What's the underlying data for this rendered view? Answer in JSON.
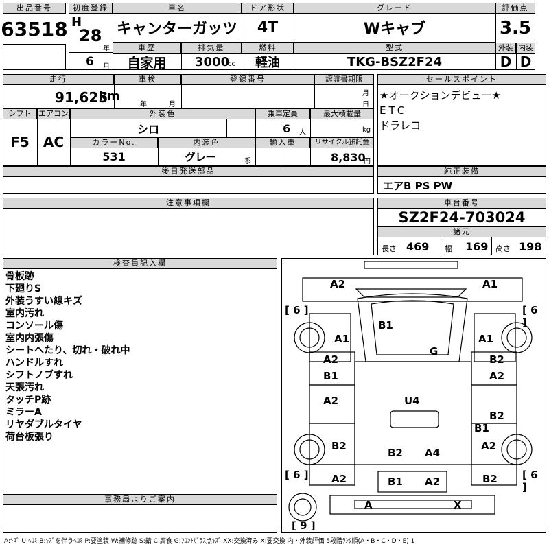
{
  "header": {
    "lot_no_label": "出品番号",
    "lot_no": "63518",
    "first_reg_label": "初度登録",
    "era": "H",
    "year": "28",
    "year_unit": "年",
    "month": "6",
    "month_unit": "月",
    "car_name_label": "車名",
    "car_name": "キャンターガッツ",
    "history_label": "車歴",
    "history": "自家用",
    "displacement_label": "排気量",
    "displacement": "3000",
    "displacement_unit": "cc",
    "door_label": "ドア形状",
    "door": "4T",
    "fuel_label": "燃料",
    "fuel": "軽油",
    "grade_label": "グレード",
    "grade": "Wキャブ",
    "model_label": "型式",
    "model": "TKG-BSZ2F24",
    "score_label": "評価点",
    "score": "3.5",
    "exterior_label": "外装",
    "exterior": "D",
    "interior_label": "内装",
    "interior": "D"
  },
  "row2": {
    "mileage_label": "走行",
    "mileage": "91,625",
    "mileage_unit": "km",
    "inspection_label": "車検",
    "inspection_year": "年",
    "inspection_month": "月",
    "reg_no_label": "登録番号",
    "transfer_label": "譲渡書期限",
    "transfer_month": "月",
    "transfer_day": "日",
    "shift_label": "シフト",
    "shift": "F5",
    "ac_label": "エアコン",
    "ac": "AC",
    "ext_color_label": "外装色",
    "ext_color": "シロ",
    "capacity_label": "乗車定員",
    "capacity": "6",
    "capacity_unit": "人",
    "load_label": "最大積載量",
    "load_unit": "kg",
    "color_no_label": "カラーNo.",
    "color_no": "531",
    "int_color_label": "内装色",
    "int_color": "グレー",
    "int_color_unit": "系",
    "import_label": "輸入車",
    "recycle_label": "リサイクル預託金",
    "recycle": "8,830",
    "recycle_unit": "円"
  },
  "sales_points": {
    "label": "セールスポイント",
    "items": [
      "★オークションデビュー★",
      "ETC",
      "ドラレコ"
    ]
  },
  "equipment": {
    "label": "純正装備",
    "value": "エアB PS PW"
  },
  "later_parts_label": "後日発送部品",
  "notice_label": "注意事項欄",
  "chassis": {
    "label": "車台番号",
    "value": "SZ2F24-703024"
  },
  "dimensions": {
    "label": "諸元",
    "length_label": "長さ",
    "length": "469",
    "width_label": "幅",
    "width": "169",
    "height_label": "高さ",
    "height": "198"
  },
  "inspector": {
    "label": "検査員記入欄",
    "notes": [
      "骨板跡",
      "下廻りS",
      "外装うすい線キズ",
      "室内汚れ",
      "コンソール傷",
      "室内内張傷",
      "シートへたり、切れ・破れ中",
      "ハンドルすれ",
      "シフトノブすれ",
      "天張汚れ",
      "タッチP跡",
      "ミラーA",
      "リヤダブルタイヤ",
      "荷台板張り"
    ]
  },
  "office_label": "事務局よりご案内",
  "diagram": {
    "marks": {
      "a2_tl": "A2",
      "a1_tr": "A1",
      "tire_fl": "6",
      "tire_fr": "6",
      "tire_rl": "6",
      "tire_rr": "6",
      "spare": "9",
      "b1_cab": "B1",
      "a1_left": "A1",
      "a1_right": "A1",
      "g_glass": "G",
      "a2_ld1": "A2",
      "b2_rd1": "B2",
      "b1_ld2": "B1",
      "a2_rd2": "A2",
      "a2_lbed": "A2",
      "u4": "U4",
      "b2_rbed": "B2",
      "b1_r": "B1",
      "b2_l": "B2",
      "a2_r": "A2",
      "b2_c": "B2",
      "a4_c": "A4",
      "a2_lr": "A2",
      "b2_rr": "B2",
      "b1_rear": "B1",
      "a2_rear": "A2",
      "a_bumper": "A",
      "x_bumper": "X"
    }
  },
  "legend": "A:ｷｽﾞ U:ﾍｺﾐ B:ｷｽﾞを伴うﾍｺﾐ P:要塗装 W:補修跡 S:錆 C:腐食 G:ﾌﾛﾝﾄｶﾞﾗｽ点ｷｽﾞ XX:交換済み X:要交換 内・外装評価 5段階ﾗﾝｸ順(A・B・C・D・E) 1"
}
